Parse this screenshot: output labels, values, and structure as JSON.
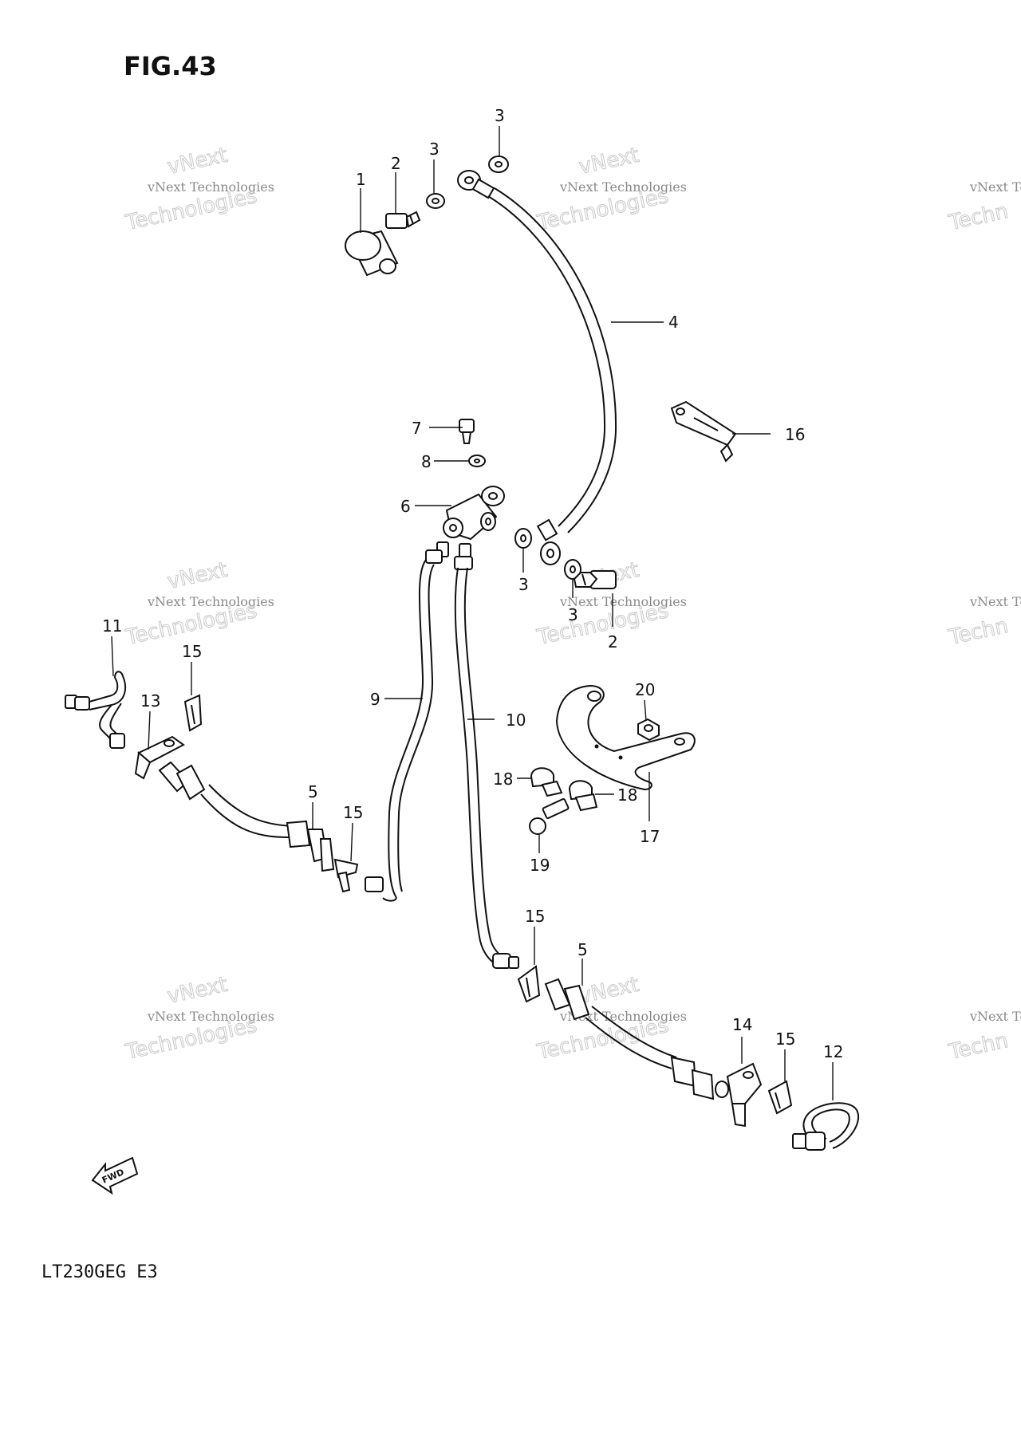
{
  "figure": {
    "title": "FIG.43",
    "model_code": "LT230GEG  E3",
    "fwd_label": "FWD"
  },
  "watermark": {
    "line1": "vNext Technologies",
    "line2": "vNext",
    "line3": "Technologies",
    "partial1": "vNext Technologies",
    "partial2": "Techn"
  },
  "callouts": {
    "c1": "1",
    "c2a": "2",
    "c2b": "2",
    "c3a": "3",
    "c3b": "3",
    "c3c": "3",
    "c3d": "3",
    "c4": "4",
    "c5a": "5",
    "c5b": "5",
    "c6": "6",
    "c7": "7",
    "c8": "8",
    "c9": "9",
    "c10": "10",
    "c11": "11",
    "c12": "12",
    "c13": "13",
    "c14": "14",
    "c15a": "15",
    "c15b": "15",
    "c15c": "15",
    "c15d": "15",
    "c16": "16",
    "c17": "17",
    "c18a": "18",
    "c18b": "18",
    "c19": "19",
    "c20": "20"
  }
}
